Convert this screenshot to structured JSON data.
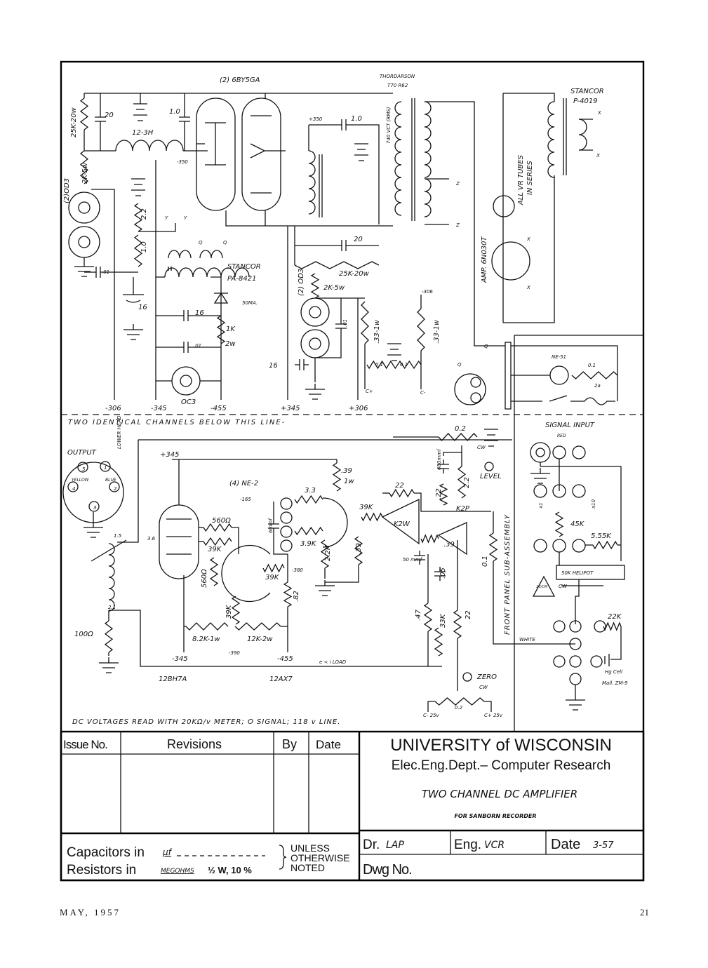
{
  "upper_section": {
    "tube_label": "(2) 6BY5GA",
    "transformer_1": [
      "THORDARSON",
      "T70 R62"
    ],
    "transformer_1_rating": "740 VCT (RMS)",
    "transformer_2": [
      "STANCOR",
      "P-4019"
    ],
    "transformer_3": [
      "STANCOR",
      "PA-8421"
    ],
    "labels": [
      "25K-20w",
      "20",
      "1.0",
      "12-3H",
      "-350",
      "+350",
      "1.0",
      "(2)OD3",
      "2K-5w",
      "2.2",
      "1.0",
      ".01",
      "50MA.",
      "16",
      "16",
      "1K",
      "2w",
      ".01",
      "OC3",
      "20",
      "25K-20w",
      "(2) OD3",
      "2K-5w",
      ".01",
      ".33-1w",
      ".33-1w",
      "-306",
      "0.1",
      "0.1",
      "C+",
      "C-",
      "16",
      "AMP. 6N030T",
      "ALL VR TUBES",
      "IN SERIES",
      "NE-51",
      "0.1",
      "2a",
      "Q",
      "Q",
      "Y",
      "Y",
      "Q",
      "Q",
      "Z",
      "Z",
      "X",
      "X",
      "X",
      "X"
    ],
    "supply_outputs": [
      "-306",
      "-345",
      "-455",
      "+345",
      "+306"
    ],
    "divider_text": "TWO IDENTICAL CHANNELS BELOW THIS LINE-"
  },
  "lower_section": {
    "connector": {
      "title": "OUTPUT",
      "head": "LOWER HEAD",
      "yellow": "YELLOW",
      "blue": "BLUE",
      "pins": [
        "5",
        "1",
        "4",
        "2",
        "3"
      ]
    },
    "labels": [
      "+345",
      "(4) NE-2",
      "-165",
      "3.3",
      ".39",
      "1w",
      "560Ω",
      "39K",
      "560Ω",
      "3.6",
      "1.5",
      "2.1",
      "6mmf",
      "3.9K",
      "2.2K",
      ".39",
      "39K",
      "-380",
      ".82",
      "39K",
      "100Ω",
      "8.2K-1w",
      "12K-2w",
      "-390",
      "-345",
      "-455",
      "e < i LOAD",
      "12BH7A",
      "12AX7",
      "39K",
      "22",
      "K2W",
      "K2P",
      ".39",
      "0.2",
      "CW",
      "680mmf",
      ".22",
      "2.2",
      "LEVEL",
      "50 mmf",
      ".05",
      ".47",
      "33K",
      "22",
      "0.1",
      "FRONT PANEL SUB-ASSEMBLY",
      "WHITE",
      "ZERO",
      "CW",
      "0.2",
      "C- 25v",
      "C+ 25v"
    ],
    "signal_input": {
      "title": "SIGNAL INPUT",
      "labels": [
        "RED",
        "x1",
        "x10",
        "45K",
        "5.55K",
        "50K HELIPOT",
        "CW",
        "1V/CM",
        "22K",
        "Hg Cell",
        "Mall. ZM-9"
      ]
    },
    "note": "DC VOLTAGES READ WITH 20KΩ/v METER; O SIGNAL; 118 v LINE."
  },
  "title_block": {
    "headers": {
      "issue": "Issue No.",
      "revisions": "Revisions",
      "by": "By",
      "date": "Date"
    },
    "org": "UNIVERSITY of WISCONSIN",
    "dept": "Elec.Eng.Dept.– Computer Research",
    "title": "TWO CHANNEL DC AMPLIFIER",
    "subtitle": "FOR SANBORN RECORDER",
    "capacitors_label": "Capacitors in",
    "capacitors_unit": "μf",
    "resistors_label": "Resistors  in",
    "resistors_unit": "MEGOHMS",
    "resistors_spec": "½ W, 10 %",
    "unless": [
      "UNLESS",
      "OTHERWISE",
      "NOTED"
    ],
    "drawn_label": "Dr.",
    "drawn": "LAP",
    "eng_label": "Eng.",
    "eng": "VCR",
    "date_label": "Date",
    "date": "3-57",
    "dwg_label": "Dwg No."
  },
  "footer": {
    "left": "MAY, 1957",
    "right": "21"
  }
}
